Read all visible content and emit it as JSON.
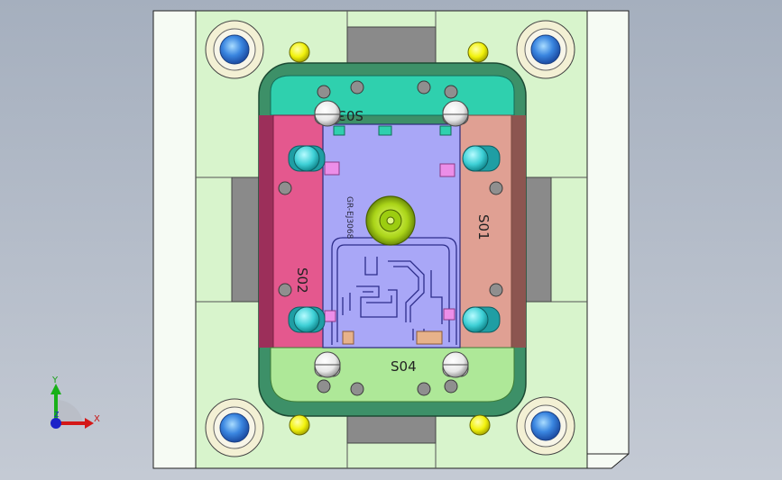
{
  "viewport": {
    "background": [
      "#a5afbe",
      "#c4cad4"
    ]
  },
  "mold": {
    "slider_labels": {
      "s01": "S01",
      "s02": "S02",
      "s03": "S03",
      "s04": "S04"
    },
    "core_engraving": "GR-EJ3068",
    "colors": {
      "plate": "#d8f4cc",
      "plate_edge": "#f6fbf4",
      "rail_gray": "#8a8a8a",
      "slider_top": "#2fd0ae",
      "slider_left": "#e4588e",
      "slider_right": "#e0a093",
      "slider_bottom": "#aee898",
      "core": "#a9a7f7",
      "sprue": "#aad418",
      "guide_pin": "#3a86e0",
      "pin_yellow": "#f2f20c",
      "pin_cyan": "#3ed0d6"
    }
  },
  "triad": {
    "x_label": "X",
    "y_label": "Y",
    "z_label": "Z"
  }
}
